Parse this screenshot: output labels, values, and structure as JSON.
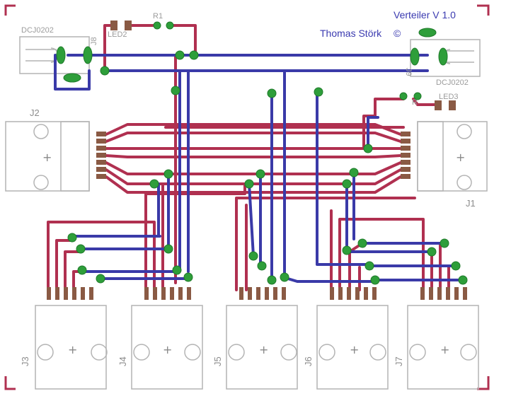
{
  "title": "Verteiler V 1.0",
  "author": "Thomas Störk",
  "copyright_symbol": "©",
  "labels": {
    "dcj_left": "DCJ0202",
    "dcj_right": "DCJ0202",
    "led2": "LED2",
    "led3": "LED3",
    "r1": "R1",
    "r2": "R",
    "j8": "J8",
    "j9": "J9",
    "j1": "J1",
    "j2": "J2",
    "j3": "J3",
    "j4": "J4",
    "j5": "J5",
    "j6": "J6",
    "j7": "J7"
  },
  "colors": {
    "top_copper": "#b03050",
    "bottom_copper": "#3a3aa8",
    "via": "#2e9e3a",
    "pad": "#8a5a44",
    "outline": "#b4b4b4",
    "board_corner": "#b03050"
  }
}
